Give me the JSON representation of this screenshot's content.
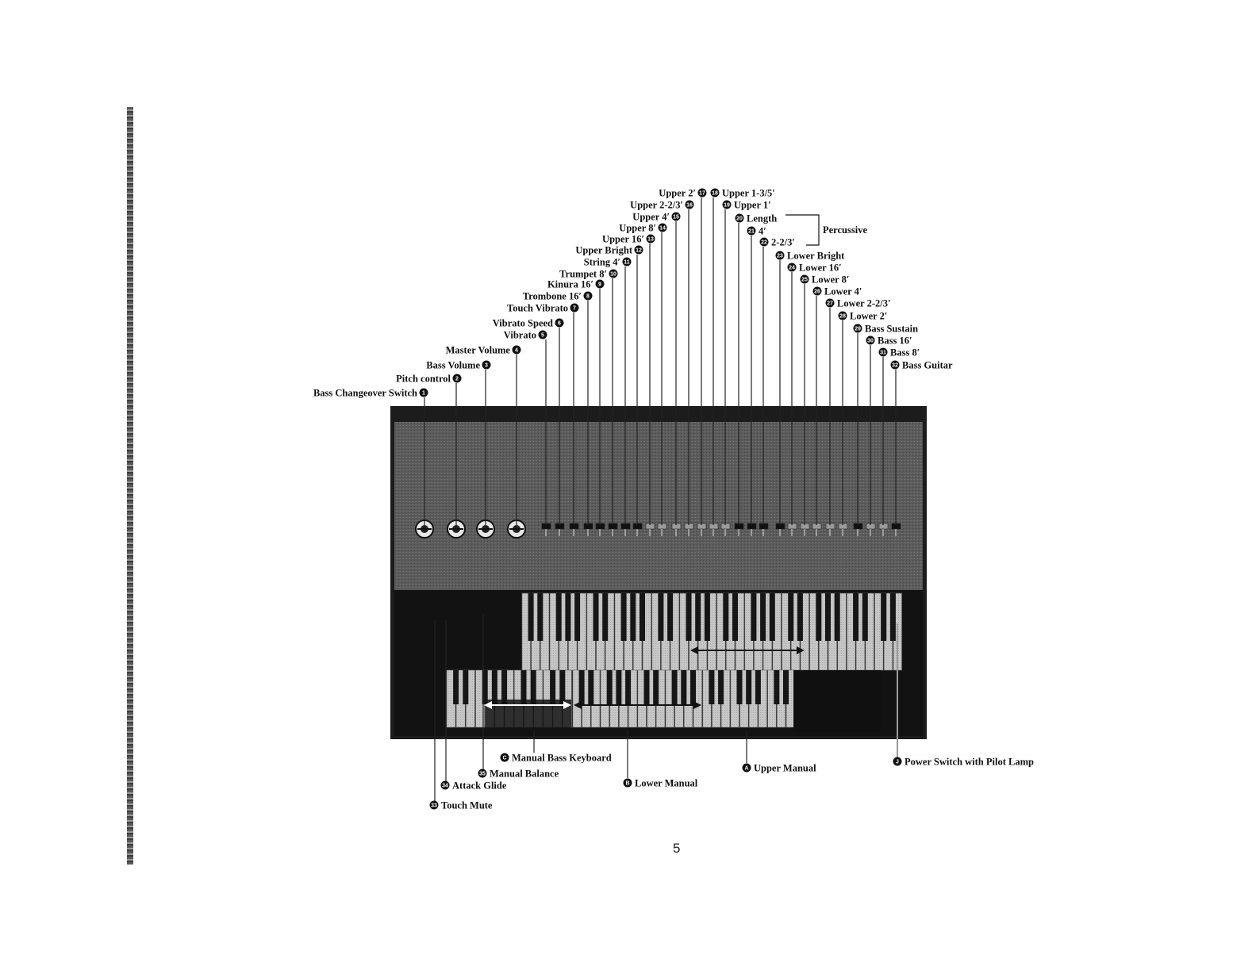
{
  "page_number": "5",
  "top_controls": [
    {
      "n": "1",
      "label": "Bass Changeover Switch"
    },
    {
      "n": "2",
      "label": "Pitch control"
    },
    {
      "n": "3",
      "label": "Bass Volume"
    },
    {
      "n": "4",
      "label": "Master Volume"
    },
    {
      "n": "5",
      "label": "Vibrato"
    },
    {
      "n": "6",
      "label": "Vibrato Speed"
    },
    {
      "n": "7",
      "label": "Touch Vibrato"
    },
    {
      "n": "8",
      "label": "Trombone 16′"
    },
    {
      "n": "9",
      "label": "Kinura 16′"
    },
    {
      "n": "10",
      "label": "Trumpet 8′"
    },
    {
      "n": "11",
      "label": "String 4′"
    },
    {
      "n": "12",
      "label": "Upper Bright"
    },
    {
      "n": "13",
      "label": "Upper 16′"
    },
    {
      "n": "14",
      "label": "Upper 8′"
    },
    {
      "n": "15",
      "label": "Upper 4′"
    },
    {
      "n": "16",
      "label": "Upper 2-2/3′"
    },
    {
      "n": "17",
      "label": "Upper 2′"
    },
    {
      "n": "18",
      "label": "Upper 1-3/5′"
    },
    {
      "n": "19",
      "label": "Upper 1′"
    },
    {
      "n": "20",
      "label": "Length"
    },
    {
      "n": "21",
      "label": "4′"
    },
    {
      "n": "22",
      "label": "2-2/3′"
    },
    {
      "n": "23",
      "label": "Lower Bright"
    },
    {
      "n": "24",
      "label": "Lower 16′"
    },
    {
      "n": "25",
      "label": "Lower 8′"
    },
    {
      "n": "26",
      "label": "Lower 4′"
    },
    {
      "n": "27",
      "label": "Lower 2-2/3′"
    },
    {
      "n": "28",
      "label": "Lower 2′"
    },
    {
      "n": "29",
      "label": "Bass Sustain"
    },
    {
      "n": "30",
      "label": "Bass 16′"
    },
    {
      "n": "31",
      "label": "Bass 8′"
    },
    {
      "n": "32",
      "label": "Bass Guitar"
    }
  ],
  "percussive_label": "Percussive",
  "bottom_controls": [
    {
      "n": "33",
      "label": "Touch Mute"
    },
    {
      "n": "34",
      "label": "Attack Glide"
    },
    {
      "n": "35",
      "label": "Manual Balance"
    },
    {
      "n": "C",
      "label": "Manual Bass Keyboard"
    },
    {
      "n": "B",
      "label": "Lower Manual"
    },
    {
      "n": "A",
      "label": "Upper Manual"
    },
    {
      "n": "J",
      "label": "Power Switch with Pilot Lamp"
    }
  ],
  "colors": {
    "panel": "#5b5b5b",
    "ink": "#111111",
    "white_key": "#c4c4c4",
    "black_key": "#161616"
  }
}
